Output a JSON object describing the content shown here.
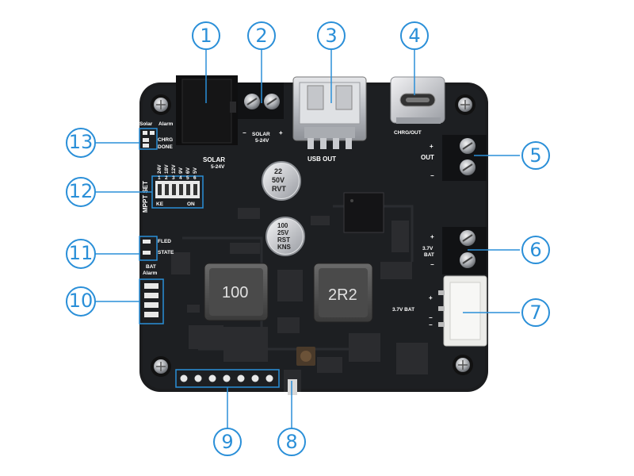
{
  "board": {
    "labels": {
      "solar_top": "SOLAR",
      "solar_voltage": "5-24V",
      "solar_big": "SOLAR",
      "solar_big_voltage": "5-24V",
      "usb_out": "USB OUT",
      "chrg_out": "CHRG/OUT",
      "out": "OUT",
      "bat_top": "3.7V",
      "bat_bottom": "BAT",
      "bat_connector": "3.7V BAT",
      "plus": "+",
      "minus": "−",
      "led_solar": "Solar",
      "led_alarm": "Alarm",
      "led_chrg": "CHRG",
      "led_done": "DONE",
      "led_fled": "FLED",
      "led_state": "STATE",
      "led_bat": "BAT",
      "led_bat_alarm": "Alarm",
      "mppt_set": "MPPT SET",
      "dip_on": "ON",
      "dip_ke": "KE",
      "dip_numbers": [
        "1",
        "2",
        "3",
        "4",
        "5",
        "6"
      ],
      "dip_voltages": [
        "24V",
        "18V",
        "12V",
        "9V",
        "6V",
        "5V"
      ],
      "cap1_line1": "22",
      "cap1_line2": "50V",
      "cap1_line3": "RVT",
      "cap2_line1": "100",
      "cap2_line2": "25V",
      "cap2_line3": "RST",
      "cap2_line4": "KNS",
      "inductor1": "100",
      "inductor2": "2R2"
    }
  },
  "callouts": [
    {
      "number": "1"
    },
    {
      "number": "2"
    },
    {
      "number": "3"
    },
    {
      "number": "4"
    },
    {
      "number": "5"
    },
    {
      "number": "6"
    },
    {
      "number": "7"
    },
    {
      "number": "8"
    },
    {
      "number": "9"
    },
    {
      "number": "10"
    },
    {
      "number": "11"
    },
    {
      "number": "12"
    },
    {
      "number": "13"
    }
  ],
  "colors": {
    "board": "#1b1c1e",
    "callout": "#2a8fd8",
    "silkscreen": "#ffffff"
  }
}
